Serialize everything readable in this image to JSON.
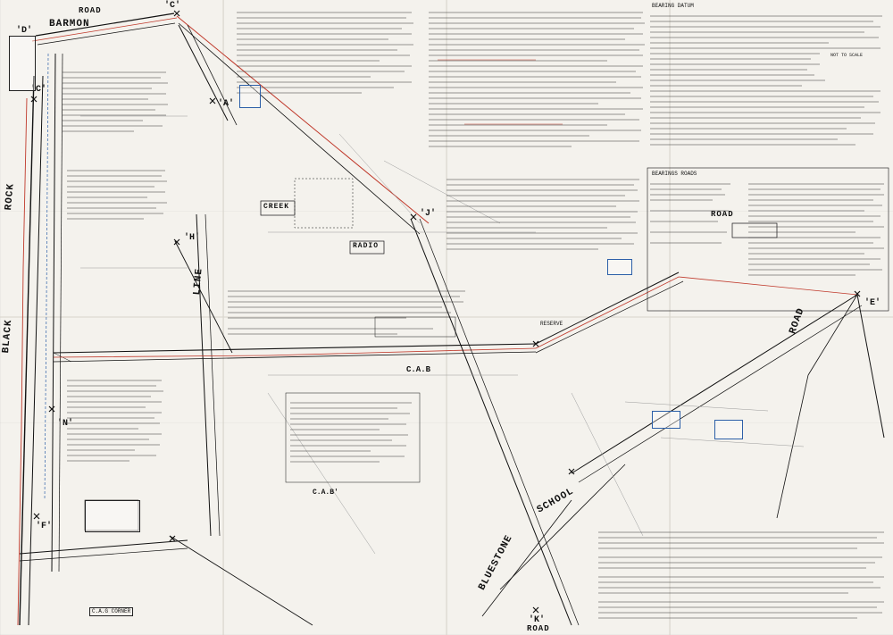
{
  "roads": {
    "barmon": "BARMON",
    "road_top": "ROAD",
    "rock": "ROCK",
    "black": "BLACK",
    "line": "LINE",
    "road_right": "ROAD",
    "school": "SCHOOL",
    "bluestone": "BLUESTONE",
    "road_bottom": "ROAD",
    "road_mid": "ROAD",
    "creek": "CREEK",
    "radio": "RADIO"
  },
  "stations": {
    "c_top": "'C'",
    "c_left": "'C'",
    "a": "'A'",
    "d": "'D'",
    "f": "'F'",
    "e": "'E'",
    "k": "'K'",
    "j": "'J'",
    "h": "'H'",
    "n": "'N'"
  },
  "labels": {
    "cab_mid": "C.A.B",
    "cab_lower": "C.A.B'",
    "cag_corner": "C.A.G CORNER",
    "reserve": "RESERVE",
    "bearing_datum": "BEARING DATUM",
    "bearings_roads": "BEARINGS ROADS",
    "not_to_scale": "NOT TO SCALE"
  },
  "colors": {
    "paper": "#f4f2ed",
    "ink": "#111111",
    "red_ink": "#c0392b",
    "blue_ink": "#2c5fa8",
    "pencil": "#8a8a8a"
  }
}
